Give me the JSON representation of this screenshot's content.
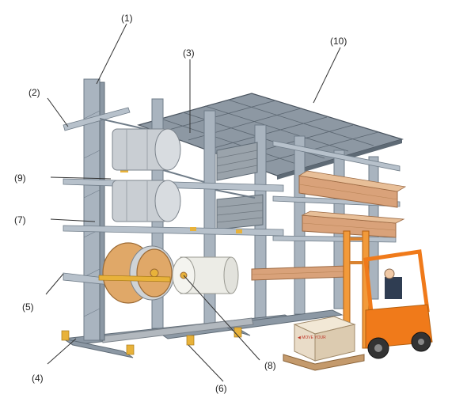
{
  "callouts": [
    {
      "id": "1",
      "text": "(1)"
    },
    {
      "id": "2",
      "text": "(2)"
    },
    {
      "id": "3",
      "text": "(3)"
    },
    {
      "id": "4",
      "text": "(4)"
    },
    {
      "id": "5",
      "text": "(5)"
    },
    {
      "id": "6",
      "text": "(6)"
    },
    {
      "id": "7",
      "text": "(7)"
    },
    {
      "id": "8",
      "text": "(8)"
    },
    {
      "id": "9",
      "text": "(9)"
    },
    {
      "id": "10",
      "text": "(10)"
    }
  ],
  "box_print": "◀ MOVE YOUR",
  "colors": {
    "steel": "#a9b4bf",
    "forklift": "#f07a1a",
    "mast": "#f29a3a",
    "timber": "#d9a27a",
    "spool_wood": "#e0a868",
    "drum": "#c9ced3",
    "roll": "#ecece6",
    "carton": "#e9dcc8",
    "pallet": "#c49a6c",
    "base_pad": "#e8b23a"
  }
}
